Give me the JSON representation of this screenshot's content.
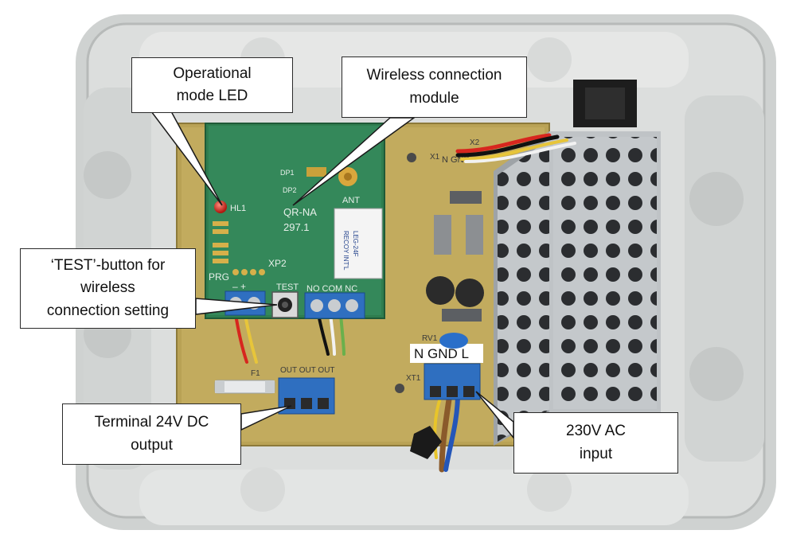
{
  "callouts": {
    "led": "Operational\nmode LED",
    "wireless": "Wireless connection\nmodule",
    "test": "‘TEST’-button for\nwireless\nconnection setting",
    "terminal24": "Terminal 24V DC\noutput",
    "ac_input": "230V AC\ninput"
  },
  "board_labels": {
    "hl1": "HL1",
    "dp1": "DP1",
    "dp2": "DP2",
    "ant": "ANT",
    "model": "QR-NA",
    "model_ver": "297.1",
    "xp2": "XP2",
    "prg": "PRG",
    "test": "TEST",
    "relay_pins": "NO COM NC",
    "minus_plus": "–  +",
    "rv1": "RV1",
    "xt1": "XT1",
    "f1": "F1",
    "x1": "X1",
    "x2": "X2",
    "n_gnd": "N GND",
    "n_gnd_l": "N GND L",
    "out_labels": "OUT OUT OUT",
    "relay_brand": "RECOY INT'L",
    "relay_model": "LEG-24F"
  },
  "colors": {
    "pcb_green": "#2e7d4f",
    "pcb_tan": "#b9a255",
    "enclosure": "#d5d7d6",
    "terminal_blue": "#2f6fc0",
    "led_red": "#d62d20",
    "psu_metal": "#bfc3c6"
  }
}
